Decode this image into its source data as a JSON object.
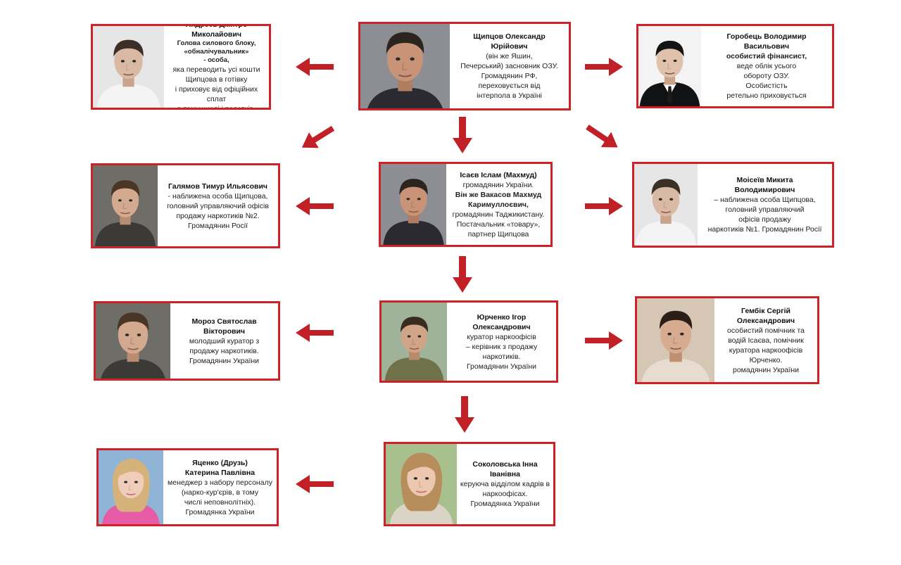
{
  "colors": {
    "border": "#cf2128",
    "arrow": "#c02026"
  },
  "cards": [
    {
      "id": "andreev",
      "name": [
        "Андреев Дмитро",
        "Миколайович"
      ],
      "lines": [
        {
          "t": "Голова силового блоку,",
          "b": true,
          "s": "sm"
        },
        {
          "t": "«обналічувальник»",
          "b": true,
          "s": "sm"
        },
        {
          "t": "- особа,",
          "b": true,
          "s": "sm"
        },
        {
          "t": "яка переводить усі кошти"
        },
        {
          "t": "Щипцова в готівку"
        },
        {
          "t": "і приховує від офіційних сплат"
        },
        {
          "t": "в тому числі і податків."
        }
      ],
      "photo_icon": "man-portrait-icon"
    },
    {
      "id": "shchyptsov",
      "name": [
        "Щипцов Олександр",
        "Юрійович"
      ],
      "lines": [
        {
          "t": "(він же Яшин,"
        },
        {
          "t": "Печерський) засновник ОЗУ."
        },
        {
          "t": "Громадянин РФ,"
        },
        {
          "t": "переховується від"
        },
        {
          "t": "інтерпола в Україні"
        }
      ],
      "photo_icon": "man-portrait-icon"
    },
    {
      "id": "horobets",
      "name": [
        "Горобець Володимир",
        "Васильович"
      ],
      "lines": [
        {
          "t": " "
        },
        {
          "t": "особистий фінансист,",
          "b": true
        },
        {
          "t": "веде облік усього"
        },
        {
          "t": "обороту ОЗУ."
        },
        {
          "t": "Особистість"
        },
        {
          "t": "ретельно приховується"
        }
      ],
      "photo_icon": "man-portrait-icon"
    },
    {
      "id": "halyamov",
      "name": [
        "Галямов Тимур Ильясович"
      ],
      "lines": [
        {
          "t": "- наближена особа Щипцова,"
        },
        {
          "t": "головний управляючий офісів"
        },
        {
          "t": "продажу наркотиків №2."
        },
        {
          "t": "Громадянин Росії"
        }
      ],
      "photo_icon": "man-portrait-icon"
    },
    {
      "id": "isaiev",
      "name": [
        "Ісаєв Іслам (Махмуд)"
      ],
      "lines": [
        {
          "t": "громадянин України."
        },
        {
          "t": "Він же Вакасов Махмуд",
          "b": true
        },
        {
          "t": "Каримуллоєвич,",
          "b": true
        },
        {
          "t": "громадянин Таджикистану."
        },
        {
          "t": "Постачальник «товару»,"
        },
        {
          "t": "партнер Щипцова"
        }
      ],
      "photo_icon": "man-portrait-icon"
    },
    {
      "id": "moiseiev",
      "name": [
        "Моісеїв Микита",
        "Володимирович"
      ],
      "lines": [
        {
          "t": "– наближена особа Щипцова,"
        },
        {
          "t": "головний управляючий"
        },
        {
          "t": "офісів продажу"
        },
        {
          "t": "наркотиків №1. Громадянин Росії"
        }
      ],
      "photo_icon": "man-portrait-icon"
    },
    {
      "id": "moroz",
      "name": [
        "Мороз Святослав",
        "Вікторович"
      ],
      "lines": [
        {
          "t": "молодший куратор з"
        },
        {
          "t": "продажу наркотиків."
        },
        {
          "t": "Громадянин України"
        }
      ],
      "photo_icon": "man-portrait-icon"
    },
    {
      "id": "yurchenko",
      "name": [
        "Юрченко Ігор",
        "Олександрович"
      ],
      "lines": [
        {
          "t": "куратор наркоофісів"
        },
        {
          "t": "– керівник з продажу"
        },
        {
          "t": "наркотиків."
        },
        {
          "t": "Громадянин України"
        }
      ],
      "photo_icon": "man-portrait-icon"
    },
    {
      "id": "hembik",
      "name": [
        "Гембік Сергій",
        "Олександрович"
      ],
      "lines": [
        {
          "t": "особистий помічник та"
        },
        {
          "t": "водій Ісаєва, помічник"
        },
        {
          "t": "куратора наркоофісів"
        },
        {
          "t": "Юрченко."
        },
        {
          "t": "ромадянин України"
        }
      ],
      "photo_icon": "man-portrait-icon"
    },
    {
      "id": "yatsenko",
      "name": [
        "Яценко (Друзь)",
        "Катерина Павлівна"
      ],
      "lines": [
        {
          "t": "менеджер з набору персоналу"
        },
        {
          "t": "(нарко-кур'єрів, в тому"
        },
        {
          "t": "числі неповнолітніх)."
        },
        {
          "t": "Громадянка України"
        }
      ],
      "photo_icon": "woman-portrait-icon"
    },
    {
      "id": "sokolovska",
      "name": [
        "Соколовська Інна",
        "Іванівна"
      ],
      "lines": [
        {
          "t": "керуюча відділом кадрів в"
        },
        {
          "t": "наркоофісах."
        },
        {
          "t": "Громадянка України"
        }
      ],
      "photo_icon": "woman-portrait-icon"
    }
  ]
}
